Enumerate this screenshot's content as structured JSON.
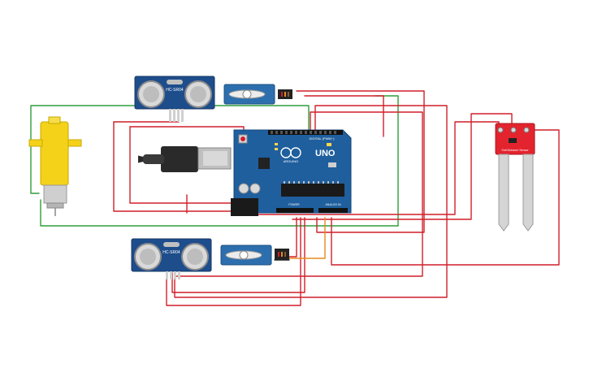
{
  "diagram": {
    "arduino": {
      "logo_text": "UNO",
      "brand": "ARDUINO",
      "digital_label": "DIGITAL (PWM~)",
      "power_label": "POWER",
      "analog_label": "ANALOG IN"
    },
    "ultrasonic_top": {
      "label": "HC-SR04"
    },
    "ultrasonic_bottom": {
      "label": "HC-SR04"
    },
    "soil_sensor": {
      "label": "Soil Moisture Sensor"
    },
    "colors": {
      "wire_red": "#d11f2a",
      "wire_green": "#2e9e3a",
      "wire_orange": "#e58a1f",
      "board_blue": "#1f5f9e",
      "motor_yellow": "#f4d21a",
      "sensor_red": "#e3232e",
      "servo_blue": "#2d6fae"
    }
  }
}
